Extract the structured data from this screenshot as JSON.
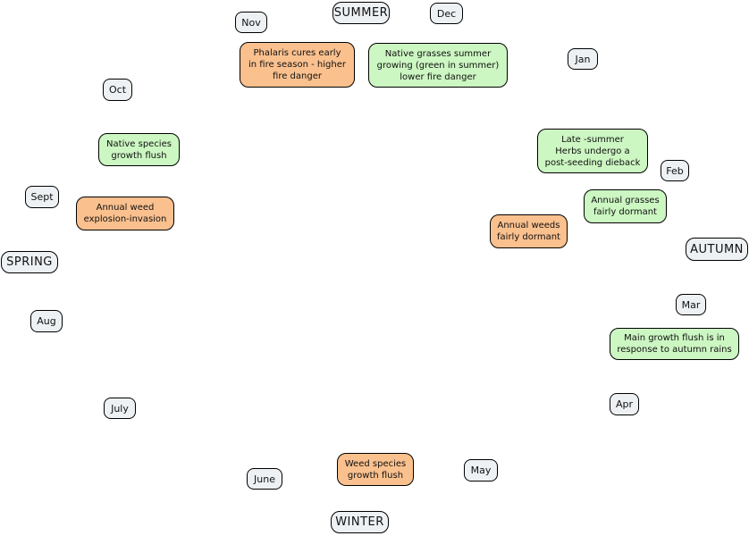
{
  "diagram": {
    "colors": {
      "label_fill": "#EDF1F4",
      "weed_note_fill": "#FAC08E",
      "native_note_fill": "#CCF6C2",
      "border": "#000000"
    },
    "seasons": {
      "summer": "SUMMER",
      "autumn": "AUTUMN",
      "winter": "WINTER",
      "spring": "SPRING"
    },
    "months": {
      "nov": "Nov",
      "dec": "Dec",
      "jan": "Jan",
      "feb": "Feb",
      "mar": "Mar",
      "apr": "Apr",
      "may": "May",
      "june": "June",
      "july": "July",
      "aug": "Aug",
      "sept": "Sept",
      "oct": "Oct"
    },
    "notes": {
      "phalaris_fire_danger": "Phalaris cures early\nin fire season - higher\nfire danger",
      "native_grasses_summer": "Native grasses summer\ngrowing (green in summer)\nlower fire danger",
      "late_summer_herbs": "Late -summer\nHerbs undergo a\npost-seeding dieback",
      "annual_grasses_dormant": "Annual grasses\nfairly dormant",
      "annual_weeds_dormant": "Annual weeds\nfairly dormant",
      "main_growth_flush": "Main growth flush is in\nresponse to autumn rains",
      "weed_species_growth_flush": "Weed species\ngrowth flush",
      "native_species_growth_flush": "Native species\ngrowth flush",
      "annual_weed_explosion": "Annual weed\nexplosion-invasion"
    }
  }
}
